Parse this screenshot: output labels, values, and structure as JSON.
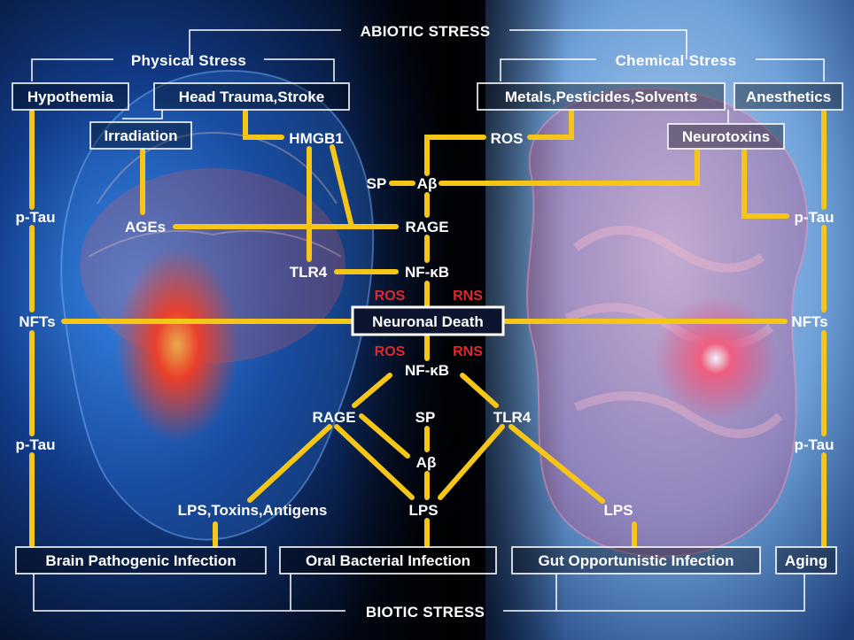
{
  "headers": {
    "abiotic": "ABIOTIC STRESS",
    "physical": "Physical Stress",
    "chemical": "Chemical Stress",
    "biotic": "BIOTIC STRESS"
  },
  "boxes": {
    "hypothermia": "Hypothemia",
    "head_trauma": "Head Trauma,Stroke",
    "irradiation": "Irradiation",
    "metals": "Metals,Pesticides,Solvents",
    "anesthetics": "Anesthetics",
    "neurotoxins": "Neurotoxins",
    "neuronal_death": "Neuronal Death",
    "brain_infection": "Brain Pathogenic Infection",
    "oral_infection": "Oral Bacterial Infection",
    "gut_infection": "Gut Opportunistic Infection",
    "aging": "Aging"
  },
  "nodes": {
    "hmgb1": "HMGB1",
    "ros_top": "ROS",
    "sp_top": "SP",
    "abeta_top": "Aβ",
    "rage_top": "RAGE",
    "ages": "AGEs",
    "tlr4_top": "TLR4",
    "nfkb_top": "NF-κB",
    "ptau_left_top": "p-Tau",
    "ptau_right_top": "p-Tau",
    "nfts_left": "NFTs",
    "nfts_right": "NFTs",
    "nfkb_bottom": "NF-κB",
    "rage_bottom": "RAGE",
    "sp_bottom": "SP",
    "tlr4_bottom": "TLR4",
    "abeta_bottom": "Aβ",
    "ptau_left_bottom": "p-Tau",
    "ptau_right_bottom": "p-Tau",
    "lps_toxins": "LPS,Toxins,Antigens",
    "lps_center": "LPS",
    "lps_right": "LPS"
  },
  "red_labels": {
    "ros_upper": "ROS",
    "rns_upper": "RNS",
    "ros_lower": "ROS",
    "rns_lower": "RNS"
  },
  "colors": {
    "connector": "#f5c518",
    "reactive_species": "#e2262d",
    "brain_glow": "#ff3a1a",
    "body_blue": "#2f7bd6",
    "gut_pink": "#e0457a"
  }
}
